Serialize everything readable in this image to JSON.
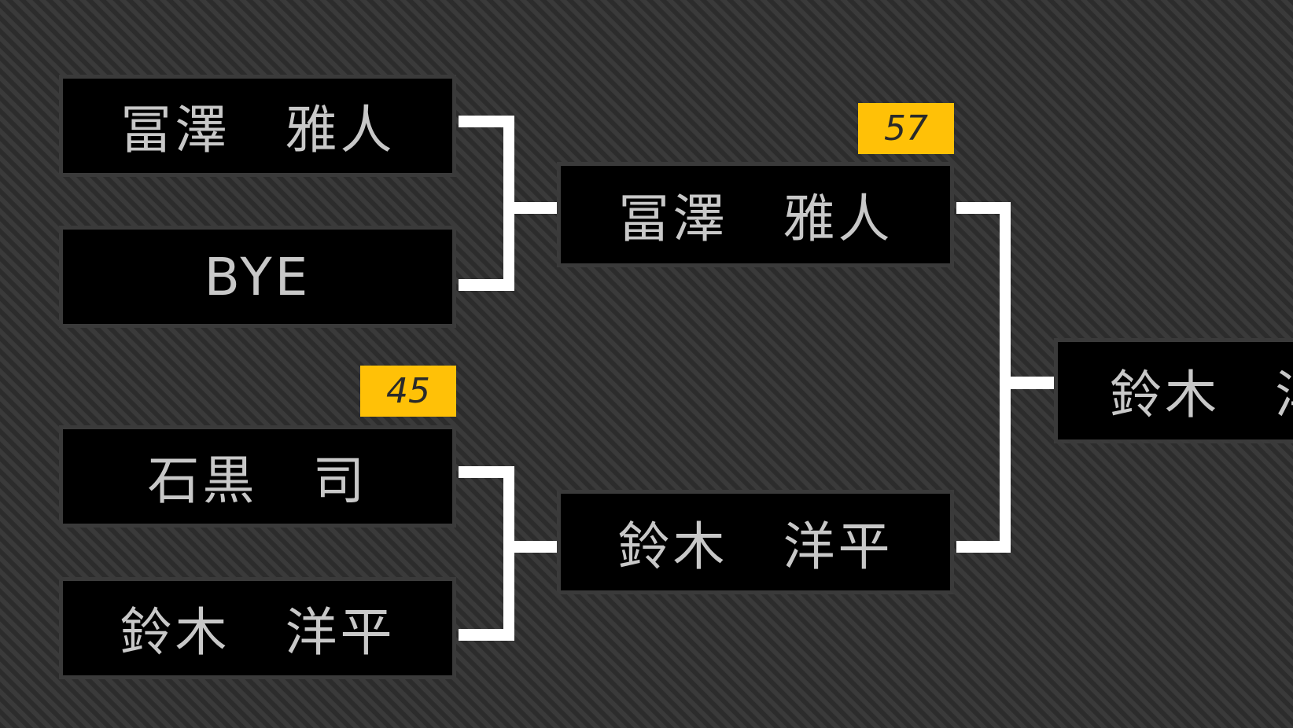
{
  "round1": {
    "match1": {
      "top": {
        "name": "冨澤　雅人"
      },
      "bottom": {
        "name": "BYE"
      }
    },
    "match2": {
      "score": "45",
      "top": {
        "name": "石黒　司"
      },
      "bottom": {
        "name": "鈴木　洋平"
      }
    }
  },
  "round2": {
    "top": {
      "name": "冨澤　雅人",
      "score": "57"
    },
    "bottom": {
      "name": "鈴木　洋平"
    }
  },
  "round3": {
    "top": {
      "name": "鈴木　洋平"
    }
  },
  "colors": {
    "score_badge": "#ffc107",
    "box_background": "#000000",
    "connector": "#ffffff",
    "text": "#c8c8c8"
  }
}
